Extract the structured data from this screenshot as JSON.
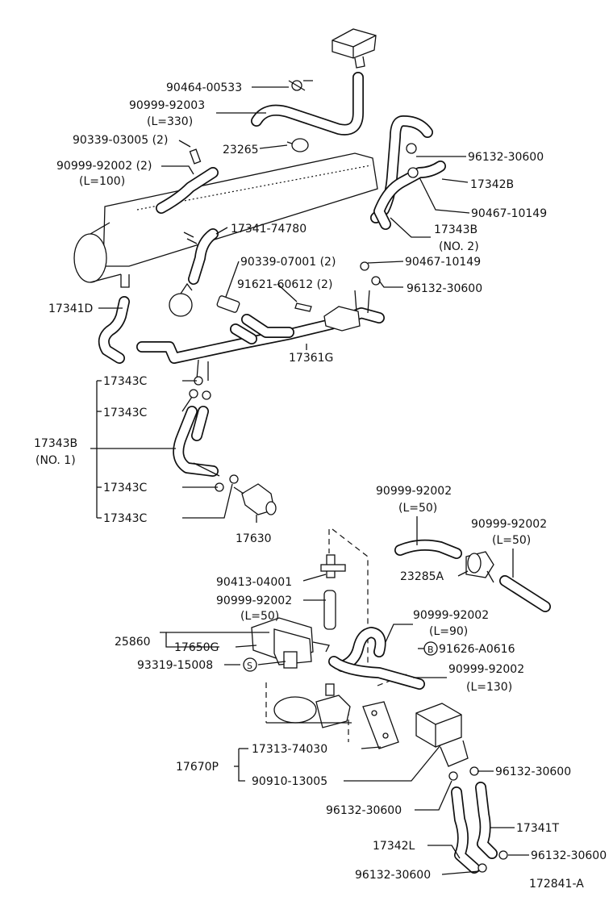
{
  "labels": {
    "p90464_00533": "90464-00533",
    "p90999_92003": "90999-92003",
    "l330": "(L=330)",
    "p90339_03005": "90339-03005 (2)",
    "p90999_92002_2": "90999-92002 (2)",
    "l100": "(L=100)",
    "p23265": "23265",
    "p96132_30600_a": "96132-30600",
    "p17342B": "17342B",
    "p90467_10149_a": "90467-10149",
    "p17343B_2": "17343B",
    "no2": "(NO. 2)",
    "p17341_74780": "17341-74780",
    "p90339_07001": "90339-07001 (2)",
    "p90467_10149_b": "90467-10149",
    "p91621_60612": "91621-60612 (2)",
    "p96132_30600_b": "96132-30600",
    "p17341D": "17341D",
    "p17361G": "17361G",
    "p17343C_1": "17343C",
    "p17343C_2": "17343C",
    "p17343B_1": "17343B",
    "no1": "(NO. 1)",
    "p17343C_3": "17343C",
    "p17343C_4": "17343C",
    "p17630": "17630",
    "p90999_92002_a": "90999-92002",
    "l50_a": "(L=50)",
    "p90999_92002_b": "90999-92002",
    "l50_b": "(L=50)",
    "p23285A": "23285A",
    "p90413_04001": "90413-04001",
    "p90999_92002_c": "90999-92002",
    "l50_c": "(L=50)",
    "p90999_92002_d": "90999-92002",
    "l90": "(L=90)",
    "p25860": "25860",
    "p17650G": "17650G",
    "b_mark": "B",
    "p91626_A0616": "91626-A0616",
    "p93319_15008": "93319-15008",
    "s_mark": "S",
    "p90999_92002_e": "90999-92002",
    "l130": "(L=130)",
    "p17313_74030": "17313-74030",
    "p17670P": "17670P",
    "p90910_13005": "90910-13005",
    "p96132_30600_c": "96132-30600",
    "p96132_30600_d": "96132-30600",
    "p17341T": "17341T",
    "p17342L": "17342L",
    "p96132_30600_e": "96132-30600",
    "p96132_30600_f": "96132-30600",
    "fig_id": "172841-A"
  }
}
